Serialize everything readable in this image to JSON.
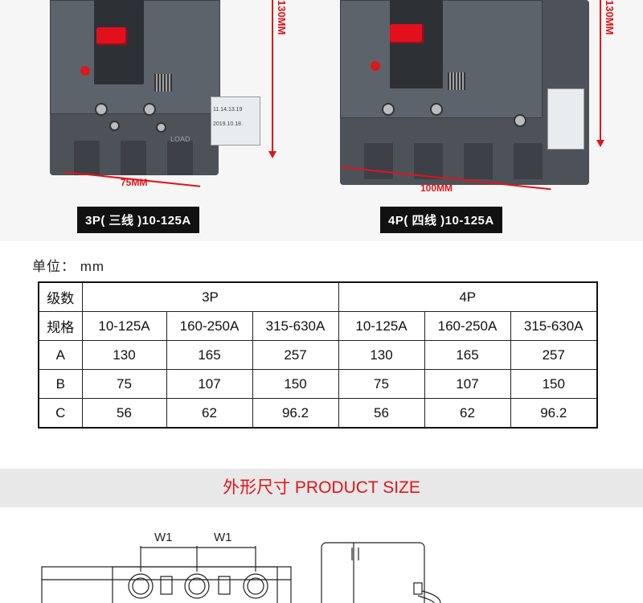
{
  "photos": {
    "left": {
      "height_label": "130MM",
      "width_label": "75MM",
      "caption": "3P( 三线 )10-125A"
    },
    "right": {
      "height_label": "130MM",
      "width_label": "100MM",
      "caption": "4P( 四线 )10-125A"
    },
    "breaker_tag_text": [
      "11.14.13.19",
      "2019.10.18"
    ],
    "load_text": "LOAD"
  },
  "unit_label": "单位： mm",
  "table": {
    "row_header_1": "级数",
    "group_3p": "3P",
    "group_4p": "4P",
    "row_header_2": "规格",
    "specs": [
      "10-125A",
      "160-250A",
      "315-630A",
      "10-125A",
      "160-250A",
      "315-630A"
    ],
    "rows": [
      {
        "label": "A",
        "values": [
          "130",
          "165",
          "257",
          "130",
          "165",
          "257"
        ]
      },
      {
        "label": "B",
        "values": [
          "75",
          "107",
          "150",
          "75",
          "107",
          "150"
        ]
      },
      {
        "label": "C",
        "values": [
          "56",
          "62",
          "96.2",
          "56",
          "62",
          "96.2"
        ]
      }
    ]
  },
  "section_title": "外形尺寸 PRODUCT SIZE",
  "drawing": {
    "w1_left": "W1",
    "w1_right": "W1"
  },
  "colors": {
    "accent_red": "#e0141a",
    "body_gray": "#4d5259"
  }
}
